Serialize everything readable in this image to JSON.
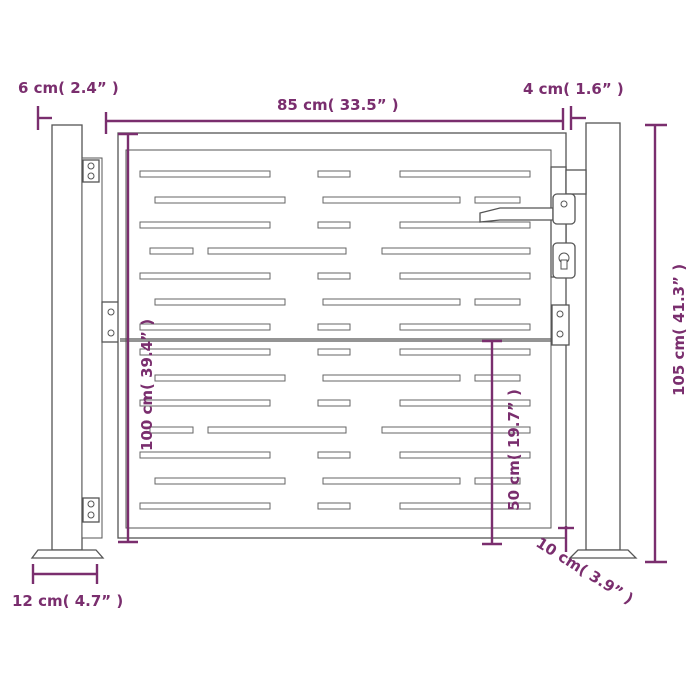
{
  "dimensions": {
    "left_post_width": "6 cm( 2.4” )",
    "gate_width": "85 cm( 33.5” )",
    "right_post_width": "4 cm( 1.6” )",
    "gate_height": "100 cm( 39.4” )",
    "post_height": "105 cm( 41.3” )",
    "handle_height": "50 cm( 19.7” )",
    "ground_clearance": "10 cm( 3.9” )",
    "base_plate_width": "12 cm( 4.7” )"
  },
  "colors": {
    "dimension": "#7a2e6e",
    "outline": "#555555"
  }
}
